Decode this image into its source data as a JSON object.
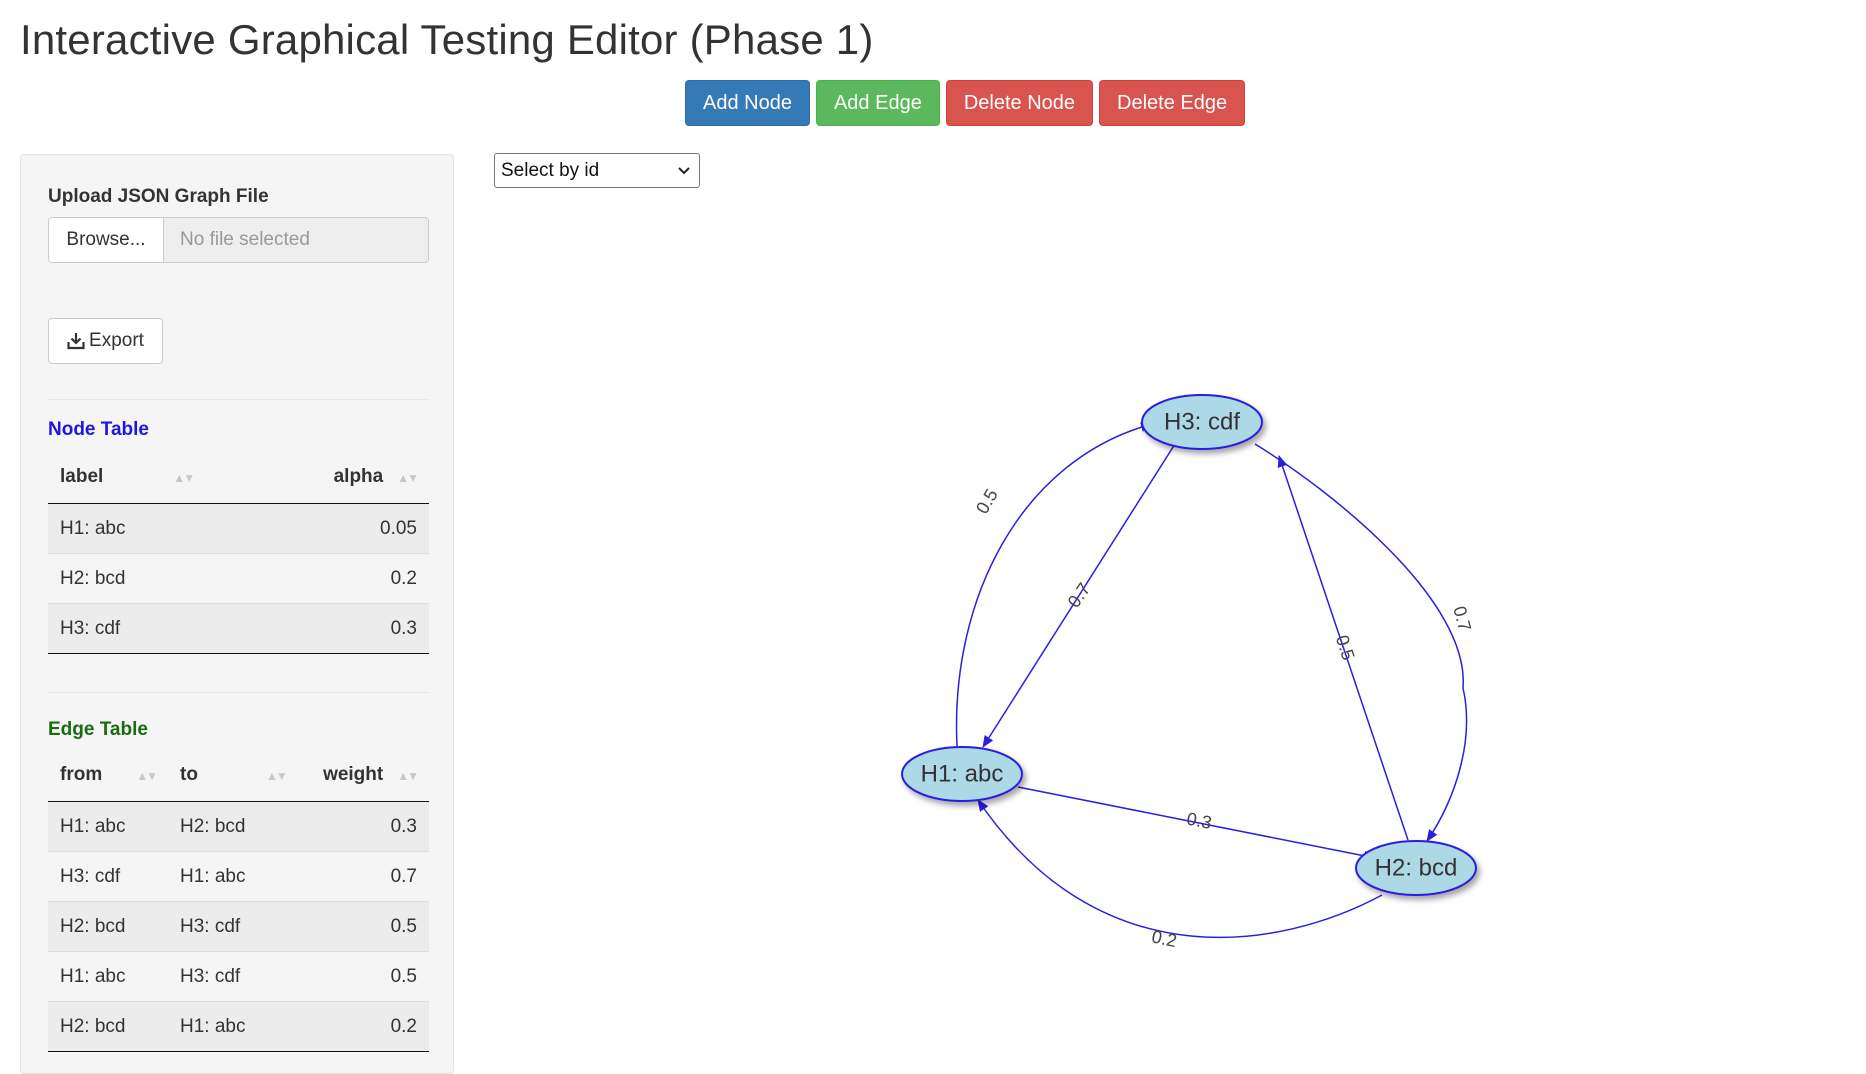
{
  "app": {
    "title": "Interactive Graphical Testing Editor (Phase 1)"
  },
  "toolbar": {
    "add_node": "Add Node",
    "add_edge": "Add Edge",
    "delete_node": "Delete Node",
    "delete_edge": "Delete Edge",
    "colors": {
      "primary": "#337ab7",
      "success": "#5cb85c",
      "danger": "#d9534f"
    }
  },
  "sidebar": {
    "upload_label": "Upload JSON Graph File",
    "browse_label": "Browse...",
    "file_placeholder": "No file selected",
    "export_label": "Export",
    "export_icon": "download-icon",
    "node_table": {
      "title": "Node Table",
      "title_color": "#1f17d9",
      "columns": [
        "label",
        "alpha"
      ],
      "rows": [
        [
          "H1: abc",
          "0.05"
        ],
        [
          "H2: bcd",
          "0.2"
        ],
        [
          "H3: cdf",
          "0.3"
        ]
      ]
    },
    "edge_table": {
      "title": "Edge Table",
      "title_color": "#1a6b12",
      "columns": [
        "from",
        "to",
        "weight"
      ],
      "rows": [
        [
          "H1: abc",
          "H2: bcd",
          "0.3"
        ],
        [
          "H3: cdf",
          "H1: abc",
          "0.7"
        ],
        [
          "H2: bcd",
          "H3: cdf",
          "0.5"
        ],
        [
          "H1: abc",
          "H3: cdf",
          "0.5"
        ],
        [
          "H2: bcd",
          "H1: abc",
          "0.2"
        ]
      ]
    }
  },
  "graph": {
    "select_placeholder": "Select by id",
    "node_fill": "#add8e6",
    "edge_color": "#2b1ee0",
    "nodes": [
      {
        "id": "H1",
        "label": "H1: abc"
      },
      {
        "id": "H2",
        "label": "H2: bcd"
      },
      {
        "id": "H3",
        "label": "H3: cdf"
      }
    ],
    "edges": [
      {
        "from": "H1",
        "to": "H2",
        "label": "0.3"
      },
      {
        "from": "H3",
        "to": "H1",
        "label": "0.7"
      },
      {
        "from": "H2",
        "to": "H3",
        "label": "0.5"
      },
      {
        "from": "H1",
        "to": "H3",
        "label": "0.5"
      },
      {
        "from": "H2",
        "to": "H1",
        "label": "0.2"
      },
      {
        "from": "H3",
        "to": "H2",
        "label": "0.7"
      }
    ]
  }
}
